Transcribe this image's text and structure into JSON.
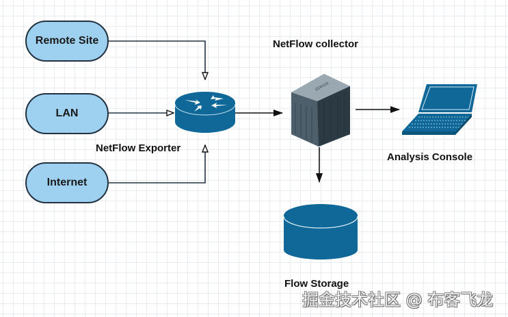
{
  "diagram": {
    "title": "NetFlow architecture",
    "sources": [
      {
        "id": "remote-site",
        "label": "Remote Site"
      },
      {
        "id": "lan",
        "label": "LAN"
      },
      {
        "id": "internet",
        "label": "Internet"
      }
    ],
    "exporter": {
      "label": "NetFlow Exporter",
      "icon": "router-icon"
    },
    "collector": {
      "label": "NetFlow collector",
      "icon": "server-icon"
    },
    "console": {
      "label": "Analysis Console",
      "icon": "laptop-icon"
    },
    "storage": {
      "label": "Flow Storage",
      "icon": "database-icon"
    },
    "edges": [
      {
        "from": "Remote Site",
        "to": "NetFlow Exporter"
      },
      {
        "from": "LAN",
        "to": "NetFlow Exporter"
      },
      {
        "from": "Internet",
        "to": "NetFlow Exporter"
      },
      {
        "from": "NetFlow Exporter",
        "to": "NetFlow collector"
      },
      {
        "from": "NetFlow collector",
        "to": "Analysis Console"
      },
      {
        "from": "NetFlow collector",
        "to": "Flow Storage"
      }
    ]
  },
  "colors": {
    "node_fill": "#9ed0f0",
    "node_border": "#22313f",
    "icon_blue": "#0f6898",
    "server_gray": "#4a5a66"
  },
  "watermark": "掘金技术社区 @ 布客飞龙"
}
